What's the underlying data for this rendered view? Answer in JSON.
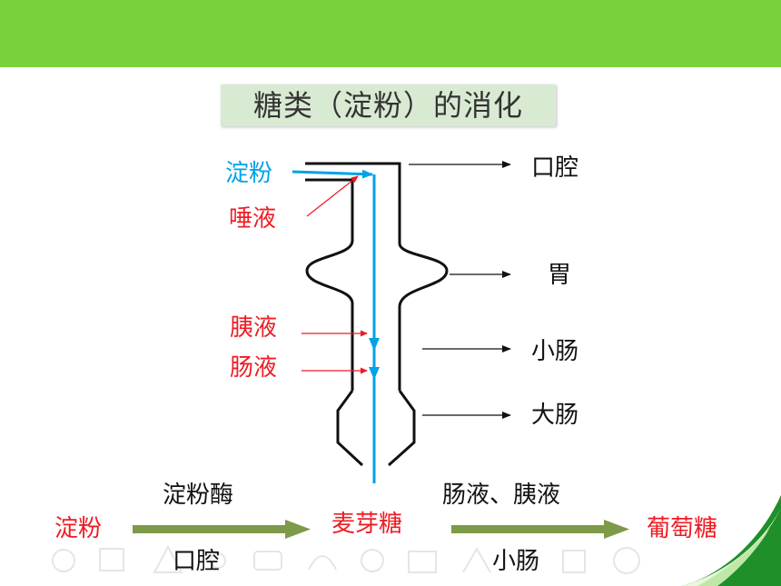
{
  "header": {
    "title": "糖类（淀粉）的消化"
  },
  "diagram": {
    "inputs": {
      "starch": "淀粉",
      "saliva": "唾液",
      "pancreatic_juice": "胰液",
      "intestinal_juice": "肠液"
    },
    "organs": {
      "mouth": "口腔",
      "stomach": "胃",
      "small_intestine": "小肠",
      "large_intestine": "大肠"
    }
  },
  "pathway": {
    "start": "淀粉",
    "step1": {
      "enzyme": "淀粉酶",
      "site": "口腔"
    },
    "intermediate": "麦芽糖",
    "step2": {
      "enzyme": "肠液、胰液",
      "site": "小肠"
    },
    "end": "葡萄糖"
  },
  "colors": {
    "header": "#7bd13c",
    "blue_flow": "#00a2e8",
    "red_text": "#ee1c24",
    "arrow_green": "#7d9a48",
    "title_bg": "#d9ead3"
  }
}
